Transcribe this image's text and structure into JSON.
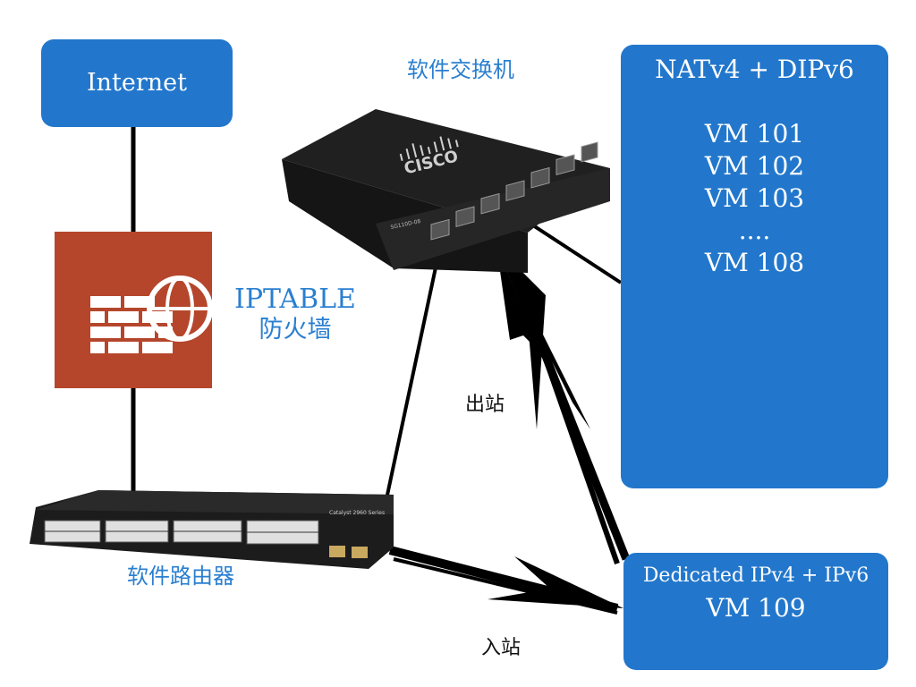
{
  "nodes": {
    "internet": "Internet",
    "software_switch": "软件交换机",
    "firewall_line1": "IPTABLE",
    "firewall_line2": "防火墙",
    "software_router": "软件路由器",
    "nat_group": {
      "title": "NATv4 + DIPv6",
      "vms": [
        "VM 101",
        "VM 102",
        "VM 103",
        "....",
        "VM 108"
      ]
    },
    "dedicated": {
      "title": "Dedicated IPv4 + IPv6",
      "vm": "VM 109"
    }
  },
  "edges": {
    "outbound": "出站",
    "inbound": "入站"
  },
  "device_text": {
    "switch_brand": "CISCO",
    "switch_model": "SG110D-08",
    "router_model": "Catalyst 2960 Series"
  },
  "colors": {
    "box_blue": "#2277cc",
    "label_blue": "#2a7fd0",
    "firewall_red": "#b5462b"
  },
  "icons": [
    "firewall-icon",
    "network-switch-image",
    "router-image"
  ]
}
